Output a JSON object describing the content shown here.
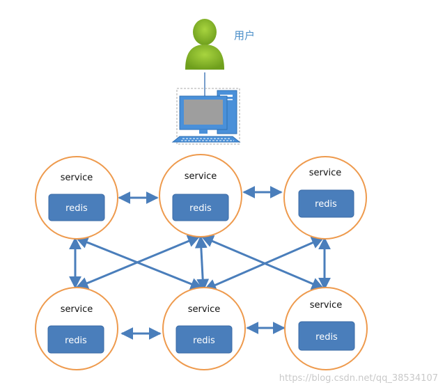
{
  "user": {
    "label": "用户"
  },
  "nodes": [
    {
      "service_label": "service",
      "redis_label": "redis"
    },
    {
      "service_label": "service",
      "redis_label": "redis"
    },
    {
      "service_label": "service",
      "redis_label": "redis"
    },
    {
      "service_label": "service",
      "redis_label": "redis"
    },
    {
      "service_label": "service",
      "redis_label": "redis"
    },
    {
      "service_label": "service",
      "redis_label": "redis"
    }
  ],
  "watermark": "https://blog.csdn.net/qq_38534107",
  "colors": {
    "circle_stroke": "#ee9a4d",
    "redis_fill": "#4a7ebb",
    "redis_stroke": "#3a6aa5",
    "arrow": "#4a7ebb",
    "user_body": "#8bbf2a",
    "computer_blue": "#4a90d9"
  }
}
